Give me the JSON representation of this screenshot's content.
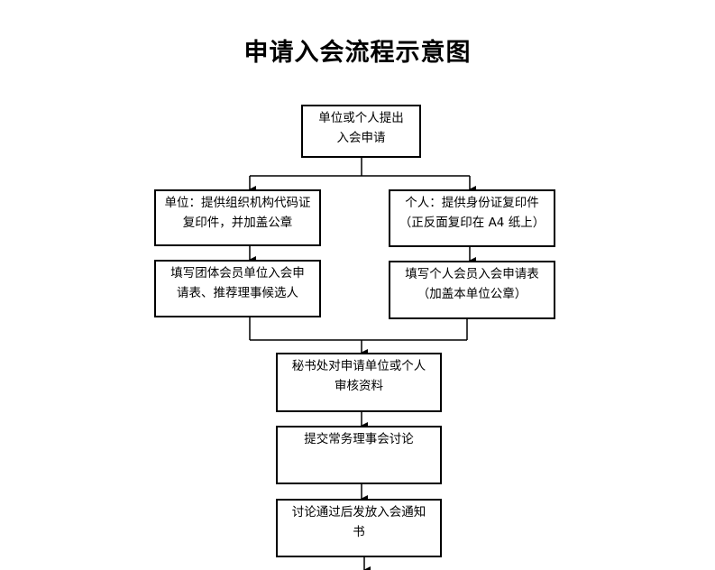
{
  "title": "申请入会流程示意图",
  "steps": {
    "apply": [
      "单位或个人提出",
      "入会申请"
    ],
    "unit_docs": [
      "单位：提供组织机构代码证",
      "复印件，并加盖公章"
    ],
    "person_docs": [
      "个人：提供身份证复印件",
      "（正反面复印在 A4 纸上）"
    ],
    "unit_form": [
      "填写团体会员单位入会申",
      "请表、推荐理事候选人"
    ],
    "person_form": [
      "填写个人会员入会申请表",
      "（加盖本单位公章）"
    ],
    "review": [
      "秘书处对申请单位或个人",
      "审核资料"
    ],
    "discuss": [
      "提交常务理事会讨论"
    ],
    "notify": [
      "讨论通过后发放入会通知",
      "书"
    ]
  }
}
